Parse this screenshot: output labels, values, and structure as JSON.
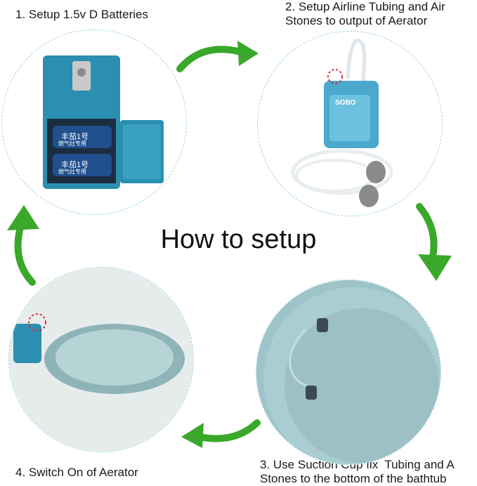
{
  "title": "How to setup",
  "steps": [
    {
      "text": "1. Setup 1.5v D Batteries"
    },
    {
      "text": "2. Setup Airline Tubing and Air\nStones to output of Aerator"
    },
    {
      "text": "3. Use Suction Cup fix  Tubing and A\nStones to the bottom of the bathtub"
    },
    {
      "text": "4. Switch On of Aerator"
    }
  ],
  "battery_label": "丰茄1号",
  "battery_sublabel": "燃气灶专用",
  "pump_brand": "SOBO",
  "colors": {
    "arrow_green": "#3aa82a",
    "pump_blue": "#2a8fb0",
    "bowl": "#b4d2d2"
  }
}
